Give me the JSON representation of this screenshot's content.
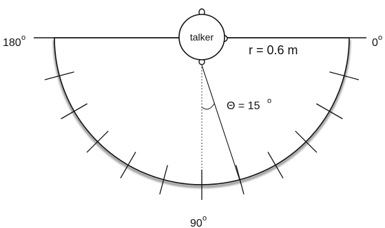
{
  "diagram": {
    "angle_left_label": "180",
    "angle_right_label": "0",
    "angle_bottom_label": "90",
    "degree_symbol": "o",
    "talker_label": "talker",
    "radius_label": "r = 0.6 m",
    "theta_label": "Θ = 15",
    "theta_value_deg": 15,
    "radius_m": 0.6,
    "tick_angles_deg": [
      15,
      30,
      45,
      60,
      75,
      90,
      105,
      120,
      135,
      150,
      165
    ],
    "colors": {
      "stroke": "#111111",
      "shadow": "#555555",
      "background": "#ffffff"
    }
  }
}
